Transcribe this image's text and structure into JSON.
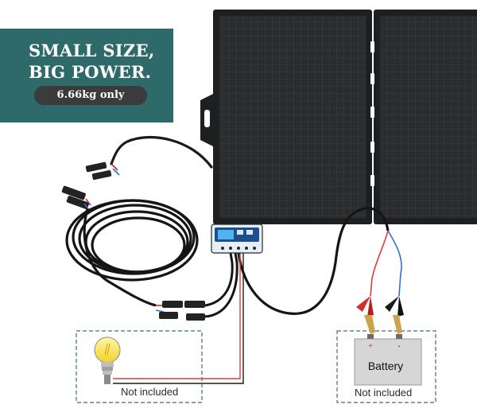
{
  "banner": {
    "line1": "SMALL SIZE,",
    "line2": "BIG POWER.",
    "weight": "6.66kg only"
  },
  "load_box": {
    "label": "Not included"
  },
  "battery_box": {
    "label": "Not included",
    "battery_label": "Battery",
    "plus": "+",
    "minus": "-"
  },
  "colors": {
    "banner": "#2f6a6a",
    "pill": "#3b3b3b",
    "panel": "#2a2b2d",
    "box_border": "#3c6e6e",
    "wire_red": "#e53935",
    "wire_blue": "#2f6fd6"
  }
}
